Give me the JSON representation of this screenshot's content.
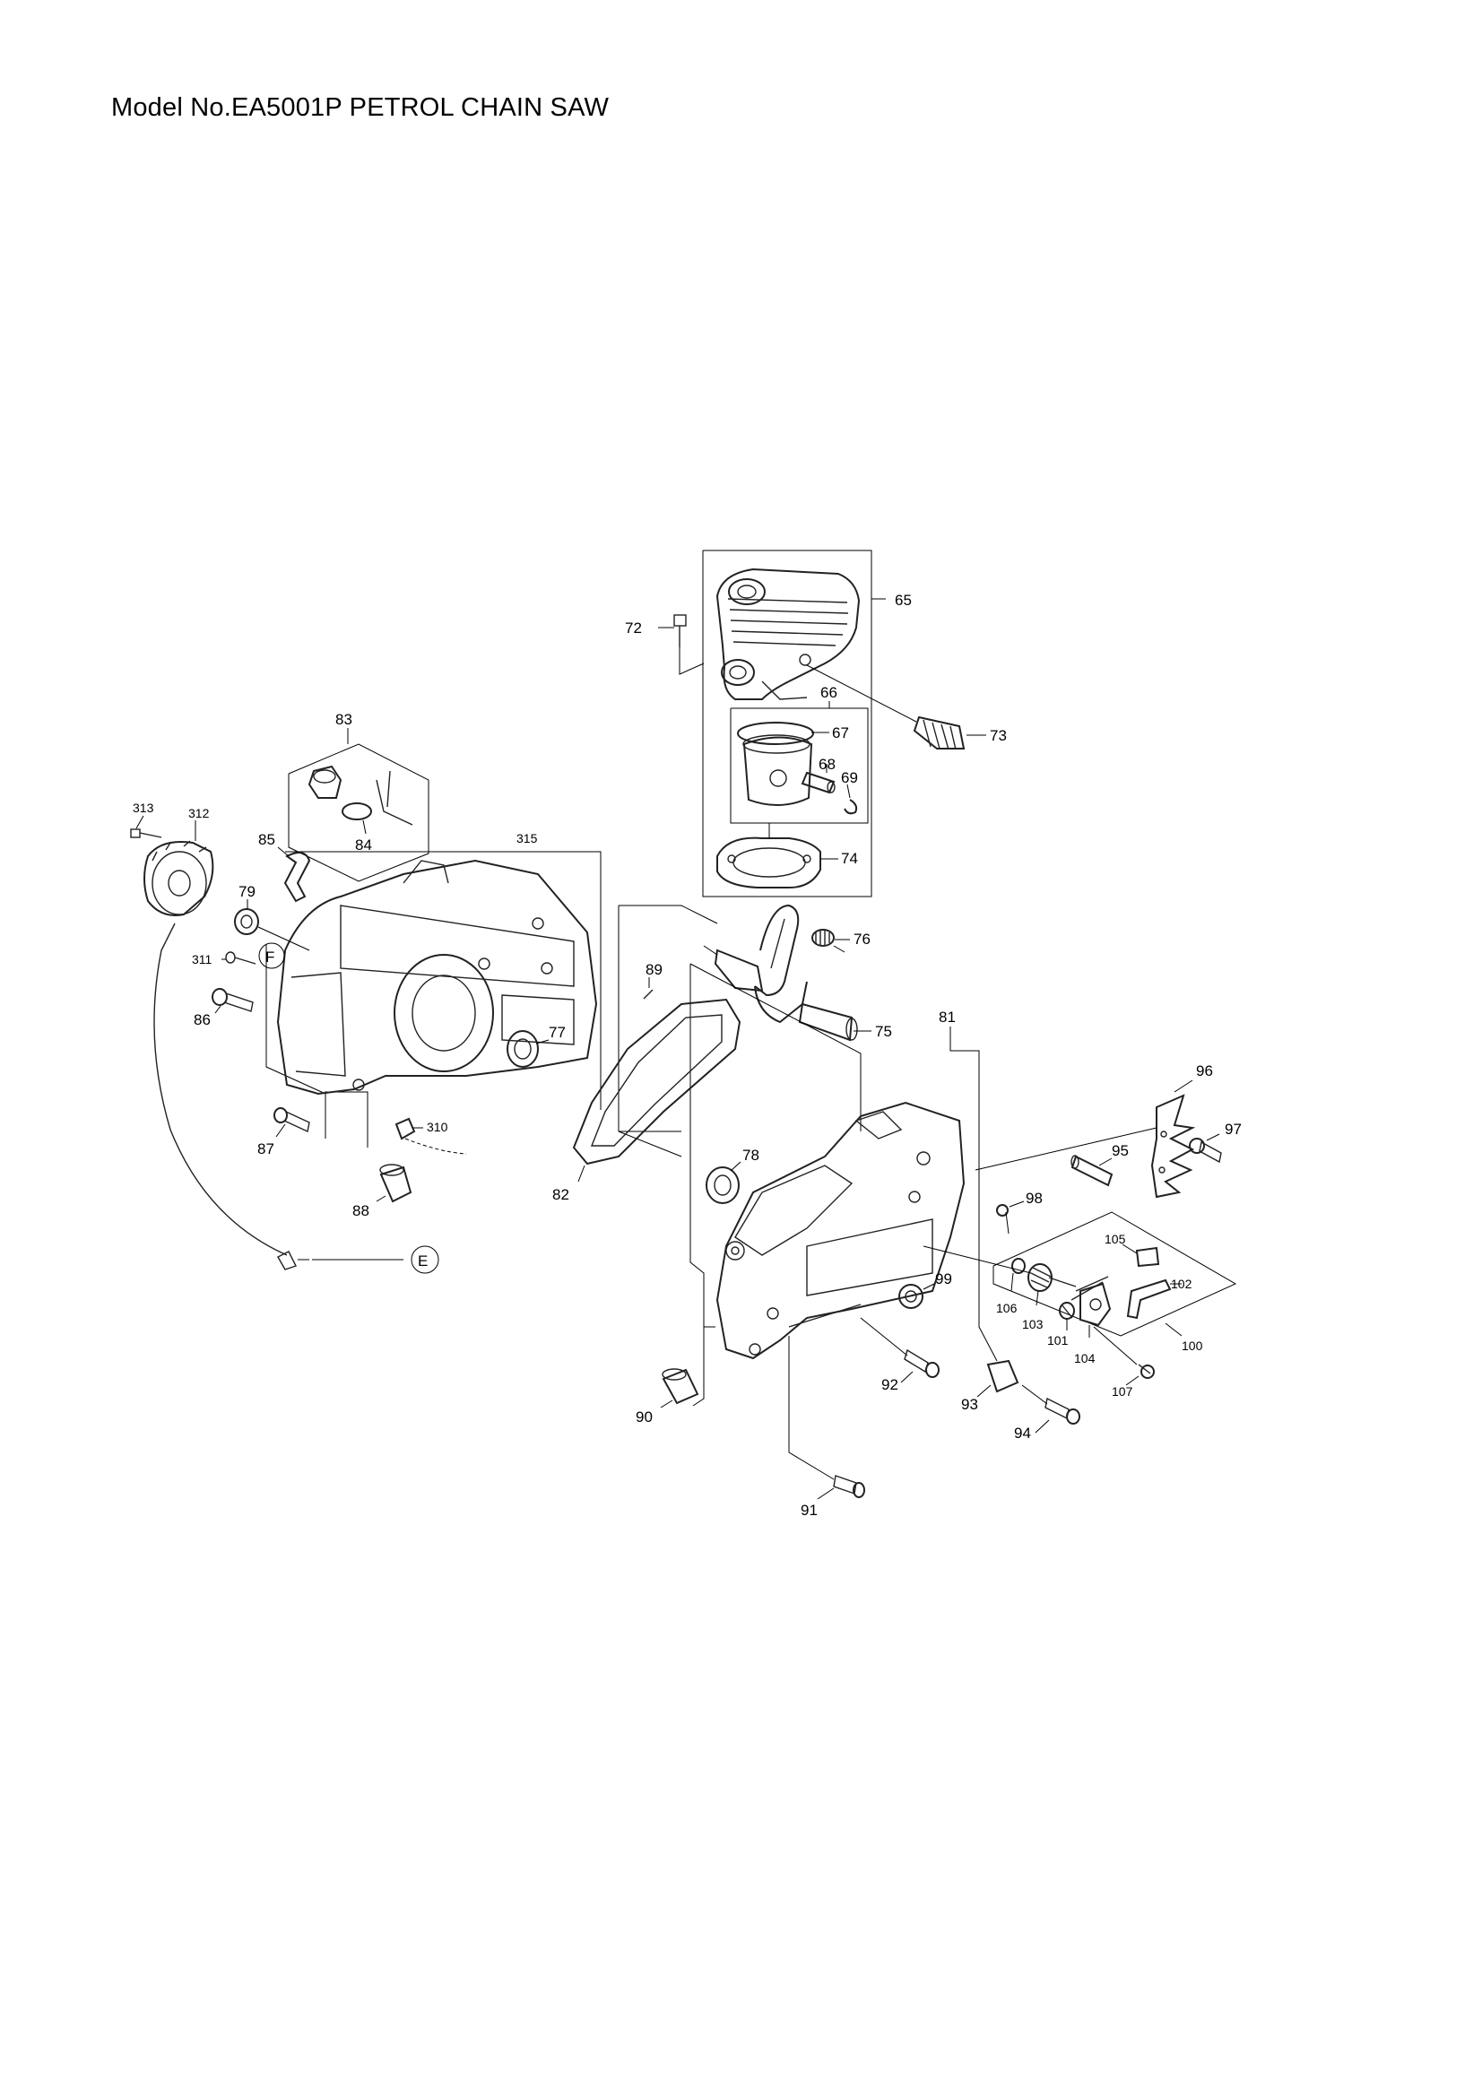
{
  "title": "Model No.EA5001P PETROL CHAIN SAW",
  "labels": {
    "l65": "65",
    "l66": "66",
    "l67": "67",
    "l68": "68",
    "l69": "69",
    "l72": "72",
    "l73": "73",
    "l74": "74",
    "l75": "75",
    "l76": "76",
    "l77": "77",
    "l78": "78",
    "l79": "79",
    "l81": "81",
    "l82": "82",
    "l83": "83",
    "l84": "84",
    "l85": "85",
    "l86": "86",
    "l87": "87",
    "l88": "88",
    "l89": "89",
    "l90": "90",
    "l91": "91",
    "l92": "92",
    "l93": "93",
    "l94": "94",
    "l95": "95",
    "l96": "96",
    "l97": "97",
    "l98": "98",
    "l99": "99",
    "l100": "100",
    "l101": "101",
    "l102": "102",
    "l103": "103",
    "l104": "104",
    "l105": "105",
    "l106": "106",
    "l107": "107",
    "l310": "310",
    "l311": "311",
    "l312": "312",
    "l313": "313",
    "l315": "315"
  },
  "refs": {
    "F": "F",
    "E": "E"
  }
}
